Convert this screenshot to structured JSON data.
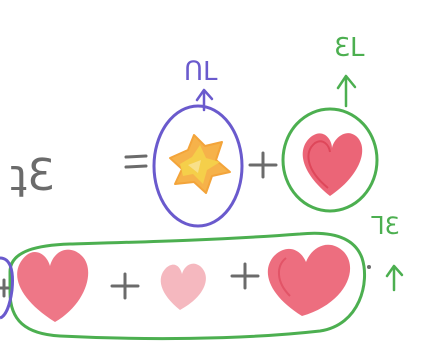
{
  "drawing": {
    "left_label": "ʇƐ",
    "equals": "=",
    "plus_symbols": [
      "+",
      "+",
      "+",
      "+"
    ],
    "purple_group_label": "ᑎL",
    "green_top_label": "ƐL",
    "green_bottom_label": "ᒣƐ",
    "colors": {
      "pencil_gray": "#6b6b6b",
      "purple": "#6a5acd",
      "green": "#4caf50",
      "red_fill": "#e84a5f",
      "orange_fill": "#f6b24a",
      "yellow_fill": "#f5d34a"
    },
    "icons": {
      "heart": "heart-icon",
      "star": "star-icon",
      "up_arrow": "up-arrow-icon"
    }
  }
}
